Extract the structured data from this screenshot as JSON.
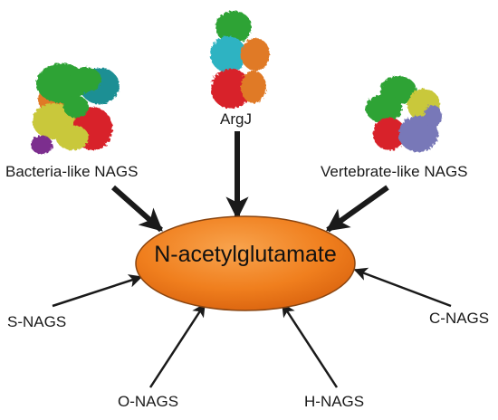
{
  "center": {
    "label": "N-acetylglutamate",
    "fill_color": "#f07f1e"
  },
  "sources": {
    "bacteria_like": {
      "label": "Bacteria-like NAGS"
    },
    "argj": {
      "label": "ArgJ"
    },
    "vertebrate_like": {
      "label": "Vertebrate-like NAGS"
    },
    "s_nags": {
      "label": "S-NAGS"
    },
    "o_nags": {
      "label": "O-NAGS"
    },
    "h_nags": {
      "label": "H-NAGS"
    },
    "c_nags": {
      "label": "C-NAGS"
    }
  },
  "colors": {
    "arrow": "#1a1a1a",
    "protein_green": "#2fa335",
    "protein_red": "#d8202a",
    "protein_yellow": "#c9c83a",
    "protein_cyan": "#2fb3c2",
    "protein_orange": "#e07a26",
    "protein_teal": "#1e8f94",
    "protein_purple": "#7b2d8e",
    "protein_lavender": "#7878b8"
  }
}
